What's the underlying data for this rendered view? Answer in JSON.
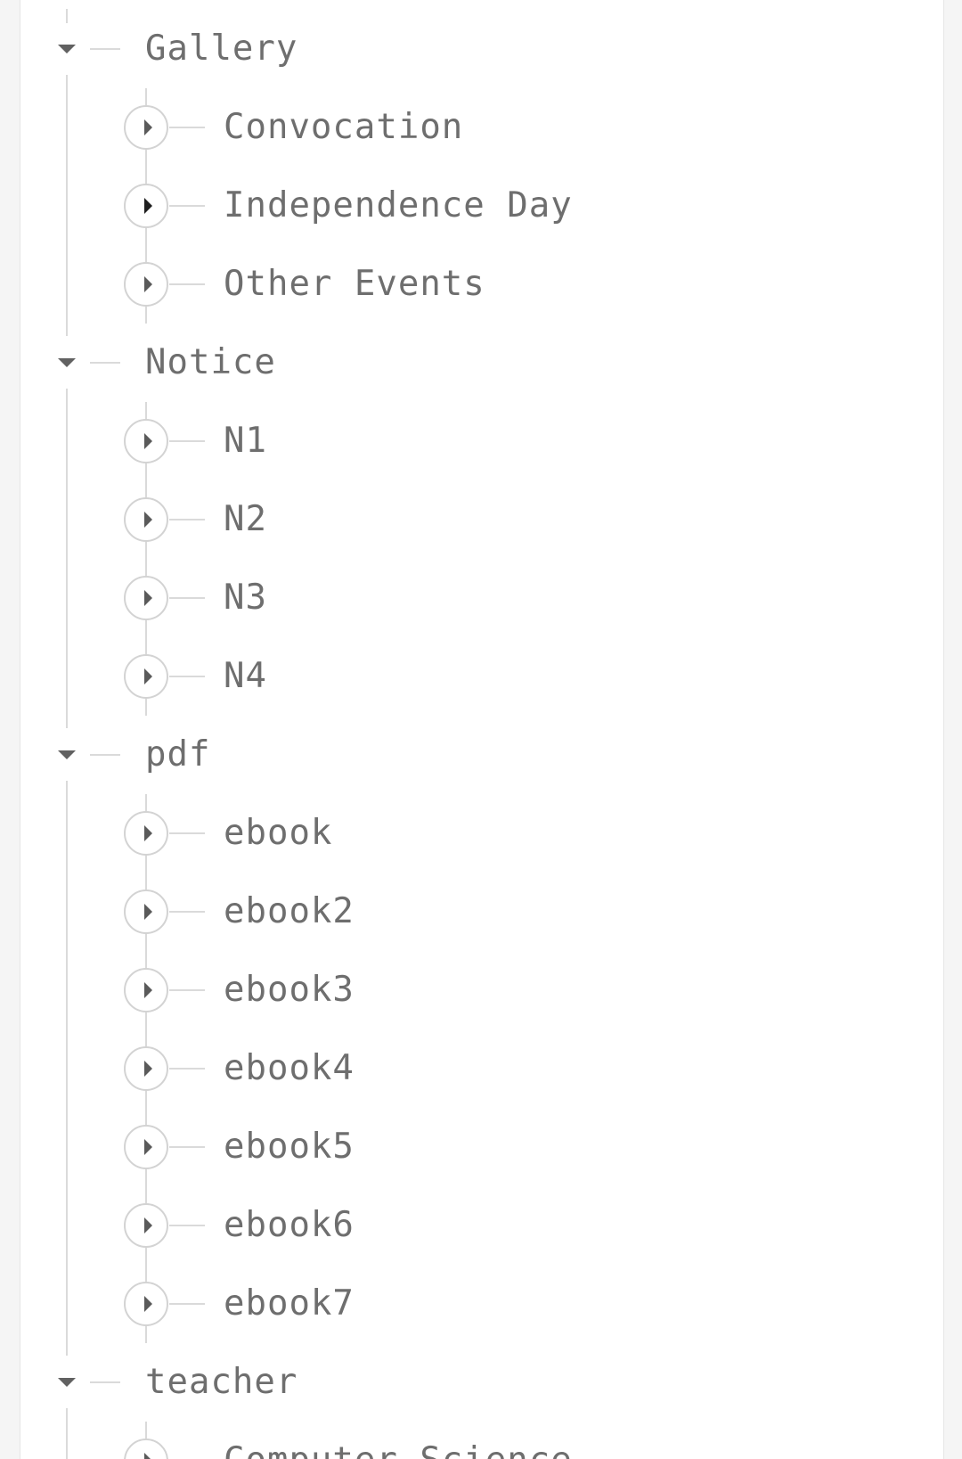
{
  "tree": {
    "groups": [
      {
        "label": "Gallery",
        "children": [
          {
            "label": "Convocation"
          },
          {
            "label": "Independence Day",
            "active": true
          },
          {
            "label": "Other Events"
          }
        ]
      },
      {
        "label": "Notice",
        "children": [
          {
            "label": "N1"
          },
          {
            "label": "N2"
          },
          {
            "label": "N3"
          },
          {
            "label": "N4"
          }
        ]
      },
      {
        "label": "pdf",
        "children": [
          {
            "label": "ebook"
          },
          {
            "label": "ebook2"
          },
          {
            "label": "ebook3"
          },
          {
            "label": "ebook4"
          },
          {
            "label": "ebook5"
          },
          {
            "label": "ebook6"
          },
          {
            "label": "ebook7"
          }
        ]
      },
      {
        "label": "teacher",
        "children": [
          {
            "label": "Computer Science"
          }
        ]
      }
    ]
  },
  "icons": {
    "expanded": "caret-down-icon",
    "collapsed": "caret-right-circle-icon"
  },
  "colors": {
    "label_text": "#6e6e6e",
    "connector_lines": "#dadada",
    "panel_background": "#ffffff",
    "page_background": "#f5f5f5",
    "scrollbar": "#c8c8c8"
  }
}
